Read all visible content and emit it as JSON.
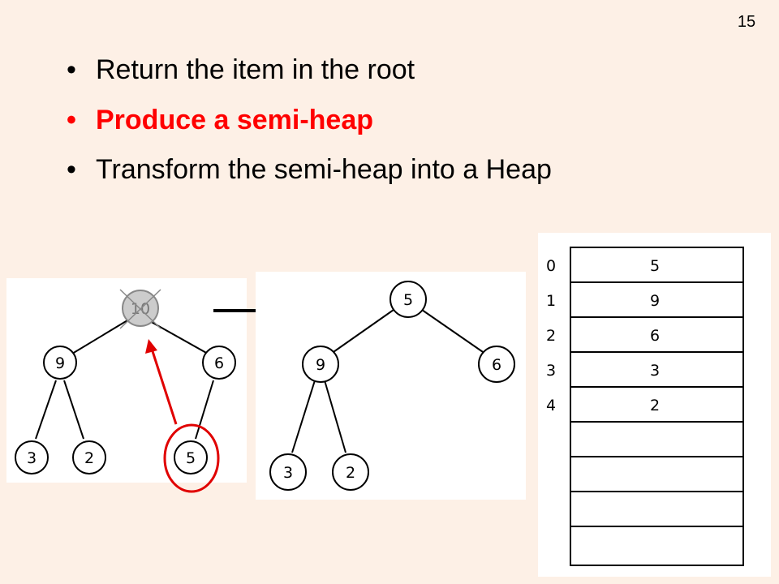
{
  "page_number": "15",
  "bullets": [
    {
      "text": "Return the item in the root",
      "highlight": false
    },
    {
      "text": "Produce a semi-heap",
      "highlight": true
    },
    {
      "text": "Transform the semi-heap into a Heap",
      "highlight": false
    }
  ],
  "left_tree": {
    "root": "10",
    "nodes": [
      "9",
      "6",
      "3",
      "2",
      "5"
    ]
  },
  "middle_tree": {
    "root": "5",
    "nodes": [
      "9",
      "6",
      "3",
      "2"
    ]
  },
  "array": {
    "indices": [
      "0",
      "1",
      "2",
      "3",
      "4"
    ],
    "values": [
      "5",
      "9",
      "6",
      "3",
      "2"
    ]
  },
  "colors": {
    "background": "#fdf0e6",
    "highlight": "#ff0000",
    "root_fill": "#cccccc"
  }
}
